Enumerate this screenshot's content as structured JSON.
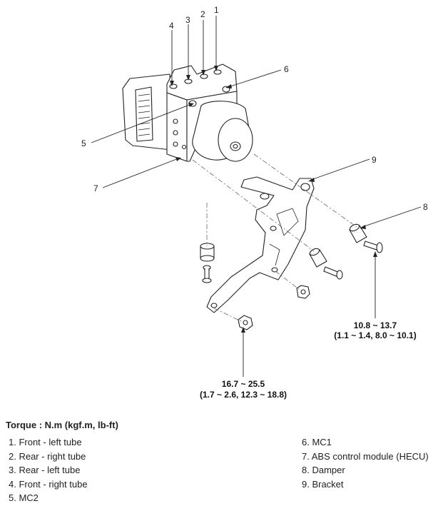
{
  "callouts": [
    "1",
    "2",
    "3",
    "4",
    "5",
    "6",
    "7",
    "8",
    "9"
  ],
  "torque_values": {
    "damper_bolt": {
      "nm": "10.8 ~ 13.7",
      "alt": "(1.1 ~ 1.4, 8.0 ~ 10.1)"
    },
    "bracket_nut": {
      "nm": "16.7 ~ 25.5",
      "alt": "(1.7 ~ 2.6, 12.3 ~ 18.8)"
    }
  },
  "legend": {
    "heading": "Torque : N.m (kgf.m, lb-ft)",
    "left": [
      "1. Front - left tube",
      "2. Rear - right tube",
      "3. Rear - left tube",
      "4. Front - right tube",
      "5. MC2"
    ],
    "right": [
      "6. MC1",
      "7. ABS control module (HECU)",
      "8. Damper",
      "9. Bracket"
    ]
  }
}
